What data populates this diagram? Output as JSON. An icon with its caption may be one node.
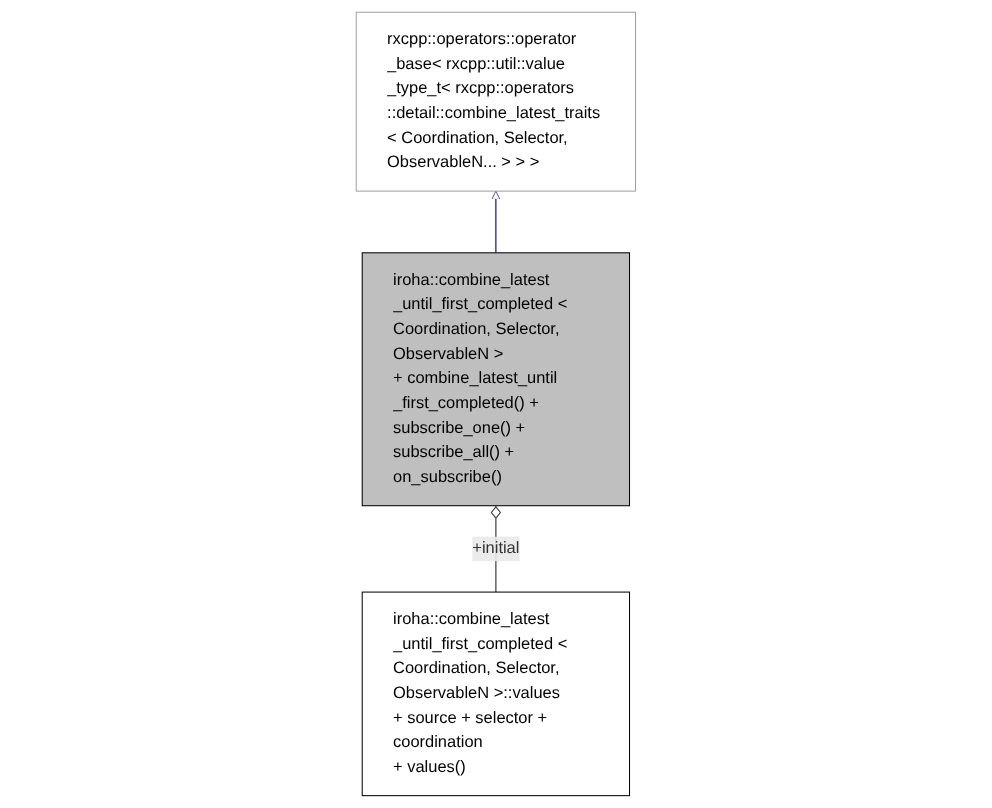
{
  "diagram": {
    "nodes": [
      {
        "text": [
          "rxcpp::operators::operator _base< rxcpp::util::value _type_t< rxcpp::operators ::detail::combine_latest_traits < Coordination, Selector, ObservableN... > > >"
        ]
      },
      {
        "text": [
          "iroha::combine_latest _until_first_completed < Coordination, Selector, ObservableN >::values",
          "+ source + selector + coordination",
          "+ values()"
        ]
      },
      {
        "text": [
          "iroha::combine_latest _until_first_completed < Coordination, Selector, ObservableN >",
          "+ combine_latest_until _first_completed() + subscribe_one() + subscribe_all() + on_subscribe()"
        ]
      }
    ],
    "edges": [
      {
        "from": 2,
        "to": 0,
        "arrow": "to",
        "color": "#191970"
      },
      {
        "from": 1,
        "to": 2,
        "arrow": "other",
        "label": "+initial"
      }
    ]
  }
}
